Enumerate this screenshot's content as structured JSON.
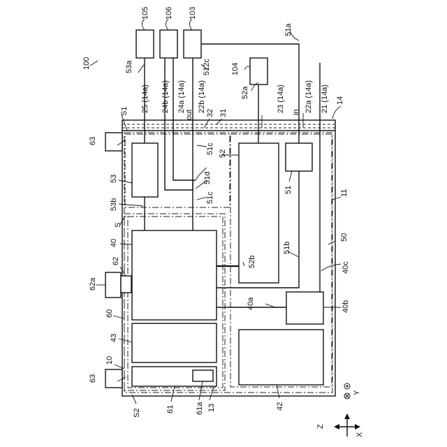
{
  "labels": {
    "l100": "100",
    "l105": "105",
    "l106": "106",
    "l103": "103",
    "l51a": "51a",
    "l104": "104",
    "l53a": "53a",
    "l512c": "512c",
    "l52a": "52a",
    "l25": "25 (14a)",
    "l24b": "24b (14a)",
    "l24a": "24a (14a)",
    "l22b": "22b (14a)",
    "l23": "23 (14a)",
    "l22a": "22a (14a)",
    "l21": "21 (14a)",
    "l14": "14",
    "lout": "out",
    "lin": "in",
    "l32": "32",
    "l31": "31",
    "lS1": "S1",
    "l63a": "63",
    "l63b": "63",
    "l62a": "62a",
    "l62": "62",
    "l60": "60",
    "l43": "43",
    "l10": "10",
    "lS2": "S2",
    "l61": "61",
    "l61a": "61a",
    "l13": "13",
    "l42": "42",
    "lS": "S",
    "l53": "53",
    "l53b": "53b",
    "l40": "40",
    "l52": "52",
    "l52b": "52b",
    "l51": "51",
    "l51b": "51b",
    "l51c1": "51c",
    "l51c2": "51c",
    "l51d": "51d",
    "l11": "11",
    "l50": "50",
    "l40a": "40a",
    "l40b": "40b",
    "l40c": "40c",
    "lZ": "Z",
    "lX": "X",
    "lY": "Y"
  }
}
